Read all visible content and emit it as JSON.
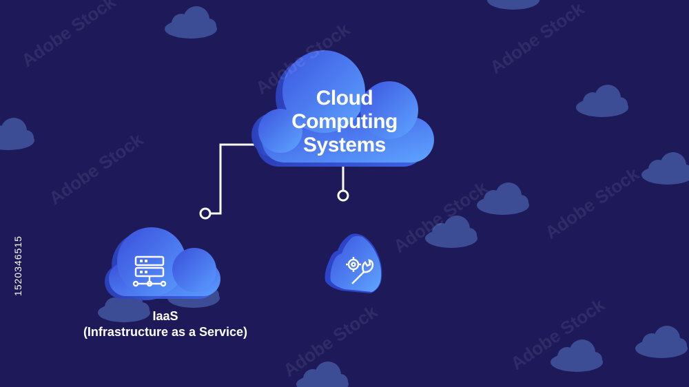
{
  "main_cloud": {
    "line1": "Cloud",
    "line2": "Computing",
    "line3": "Systems"
  },
  "iaas": {
    "name": "IaaS",
    "description": "(Infrastructure as a Service)"
  },
  "stock_id": "1520346515",
  "watermark": "Adobe Stock",
  "icons": {
    "server": "server-rack-icon",
    "tools": "gear-wrench-icon"
  },
  "colors": {
    "background": "#1e1a5a",
    "cloud_light": "#5b8dff",
    "cloud_dark": "#3a4fd8",
    "background_cloud": "#3d4d95",
    "connector": "#ffffff"
  }
}
